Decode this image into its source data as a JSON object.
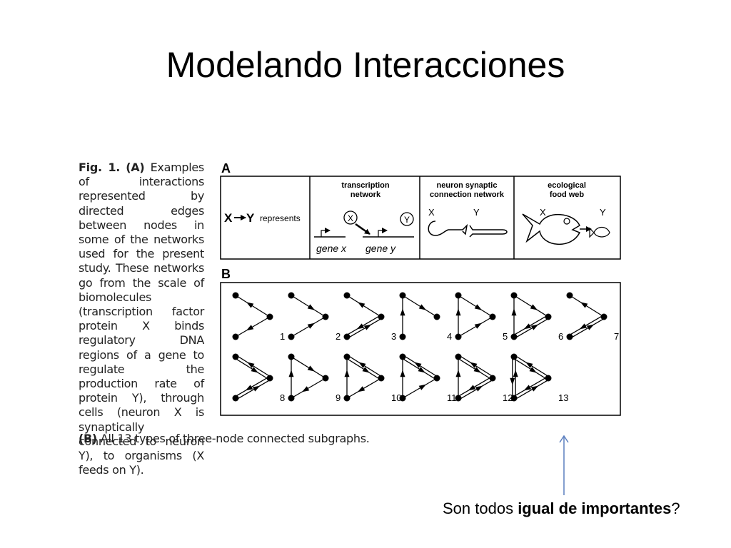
{
  "title": "Modelando Interacciones",
  "caption": {
    "fig_label": "Fig. 1.",
    "part_a": "(A)",
    "text_a": "Examples of interactions represented by directed edges between nodes in some of the networks used for the present study. These networks go from the scale of biomolecules (transcription factor protein X binds regulatory DNA regions of a gene to regulate the production rate of protein Y), through cells (neuron X is synaptically connected to neuron Y), to organisms (X feeds on Y).",
    "part_b": "(B)",
    "text_b": "All 13 types of three-node connected subgraphs."
  },
  "panel_a": {
    "label": "A",
    "cells": {
      "represents": {
        "x": "X",
        "y": "Y",
        "text": "represents"
      },
      "transcription": {
        "title": "transcription network",
        "node_x": "X",
        "node_y": "Y",
        "gene_x": "gene x",
        "gene_y": "gene y"
      },
      "neuron": {
        "title": "neuron synaptic connection network",
        "x": "X",
        "y": "Y"
      },
      "food_web": {
        "title": "ecological food web",
        "x": "X",
        "y": "Y"
      }
    }
  },
  "panel_b": {
    "label": "B",
    "subgraphs": [
      "1",
      "2",
      "3",
      "4",
      "5",
      "6",
      "7",
      "8",
      "9",
      "10",
      "11",
      "12",
      "13"
    ]
  },
  "note": {
    "prefix": "Son todos ",
    "bold": "igual de importantes",
    "suffix": "?"
  },
  "colors": {
    "arrow": "#5b7fbf"
  }
}
